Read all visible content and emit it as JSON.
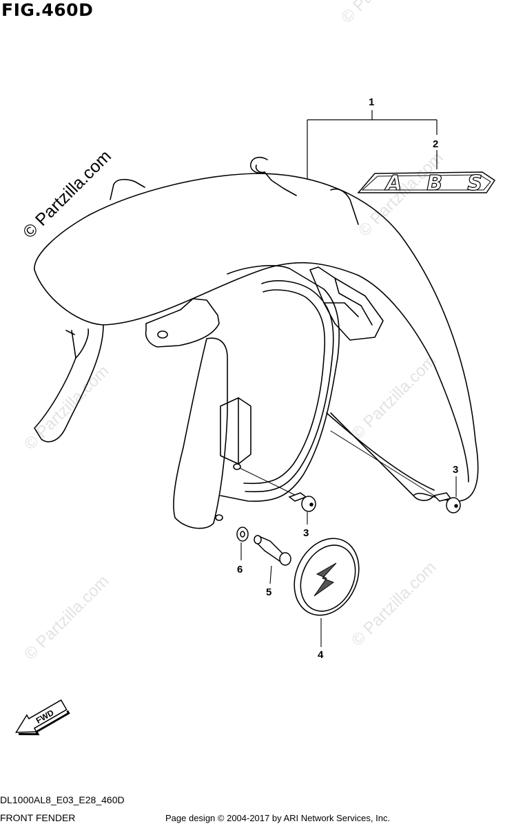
{
  "figure": {
    "title": "FIG.460D",
    "code": "DL1000AL8_E03_E28_460D",
    "name": "FRONT FENDER",
    "credit": "Page design © 2004-2017 by ARI Network Services, Inc."
  },
  "watermark": {
    "text": "© Partzilla.com"
  },
  "decal_text": "ABS",
  "fwd_text": "FWD",
  "callouts": [
    "1",
    "2",
    "3",
    "3",
    "4",
    "5",
    "6"
  ]
}
